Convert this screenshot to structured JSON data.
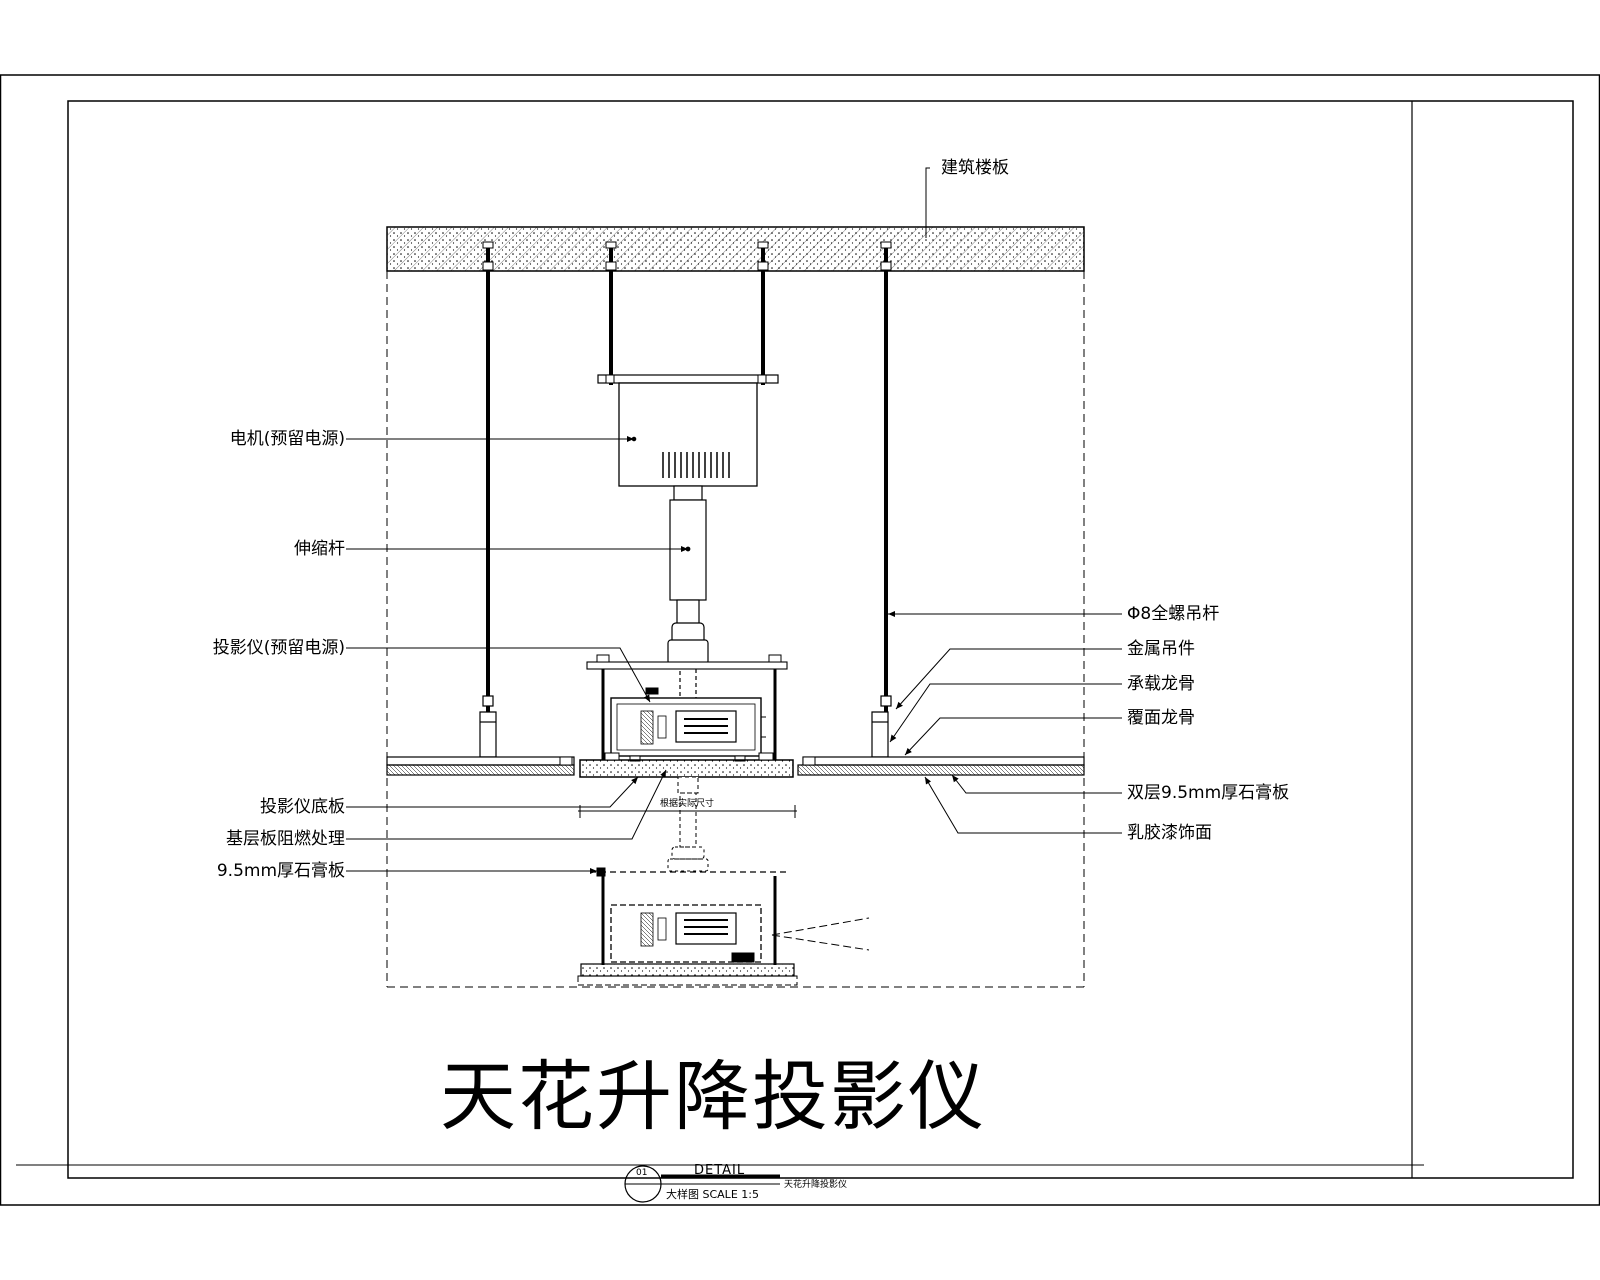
{
  "title": "天花升降投影仪",
  "labels_left": {
    "motor": "电机(预留电源)",
    "telescopic_rod": "伸缩杆",
    "projector": "投影仪(预留电源)",
    "projector_base": "投影仪底板",
    "base_board": "基层板阻燃处理",
    "gypsum_single": "9.5mm厚石膏板"
  },
  "labels_right": {
    "floor_slab": "建筑楼板",
    "hanger_rod": "Φ8全螺吊杆",
    "metal_hanger": "金属吊件",
    "main_keel": "承载龙骨",
    "cover_keel": "覆面龙骨",
    "gypsum_double": "双层9.5mm厚石膏板",
    "latex_paint": "乳胶漆饰面"
  },
  "dimension_note": "根据实际尺寸",
  "title_block": {
    "number": "01",
    "detail": "DETAIL",
    "scale_text": "大样图 SCALE 1:5",
    "drawing_name": "天花升降投影仪"
  },
  "colors": {
    "line": "#000000",
    "background": "#ffffff"
  }
}
